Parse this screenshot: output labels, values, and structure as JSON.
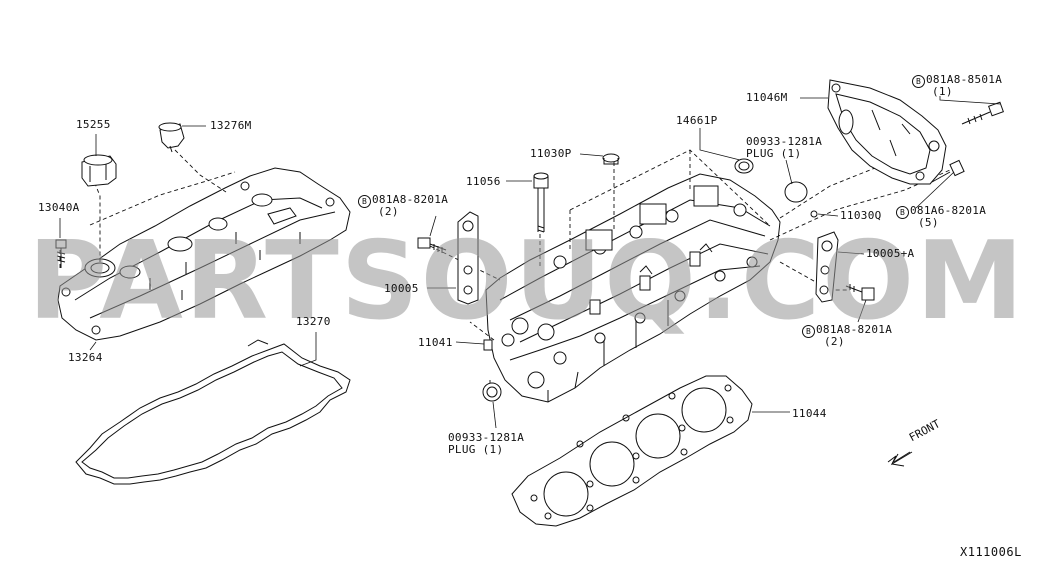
{
  "watermark": "PARTSOUQ.COM",
  "diagram_code": "X111006L",
  "front_label": "FRONT",
  "callouts": {
    "p15255": "15255",
    "p13276M": "13276M",
    "p13040A": "13040A",
    "p13264": "13264",
    "p13270": "13270",
    "p11030P": "11030P",
    "p11056": "11056",
    "p14661P": "14661P",
    "p00933_top": "00933-1281A",
    "p00933_top_sub": "PLUG (1)",
    "p11046M": "11046M",
    "p081A8_8501A": "081A8-8501A",
    "p081A8_8501A_qty": "(1)",
    "p081A8_8201A_left": "081A8-8201A",
    "p081A8_8201A_left_qty": "(2)",
    "p10005": "10005",
    "p11030Q": "11030Q",
    "p081A6_8201A": "081A6-8201A",
    "p081A6_8201A_qty": "(5)",
    "p10005A": "10005+A",
    "p081A8_8201A_right": "081A8-8201A",
    "p081A8_8201A_right_qty": "(2)",
    "p11041": "11041",
    "p00933_bot": "00933-1281A",
    "p00933_bot_sub": "PLUG (1)",
    "p11044": "11044",
    "bolt_prefix": "B"
  }
}
